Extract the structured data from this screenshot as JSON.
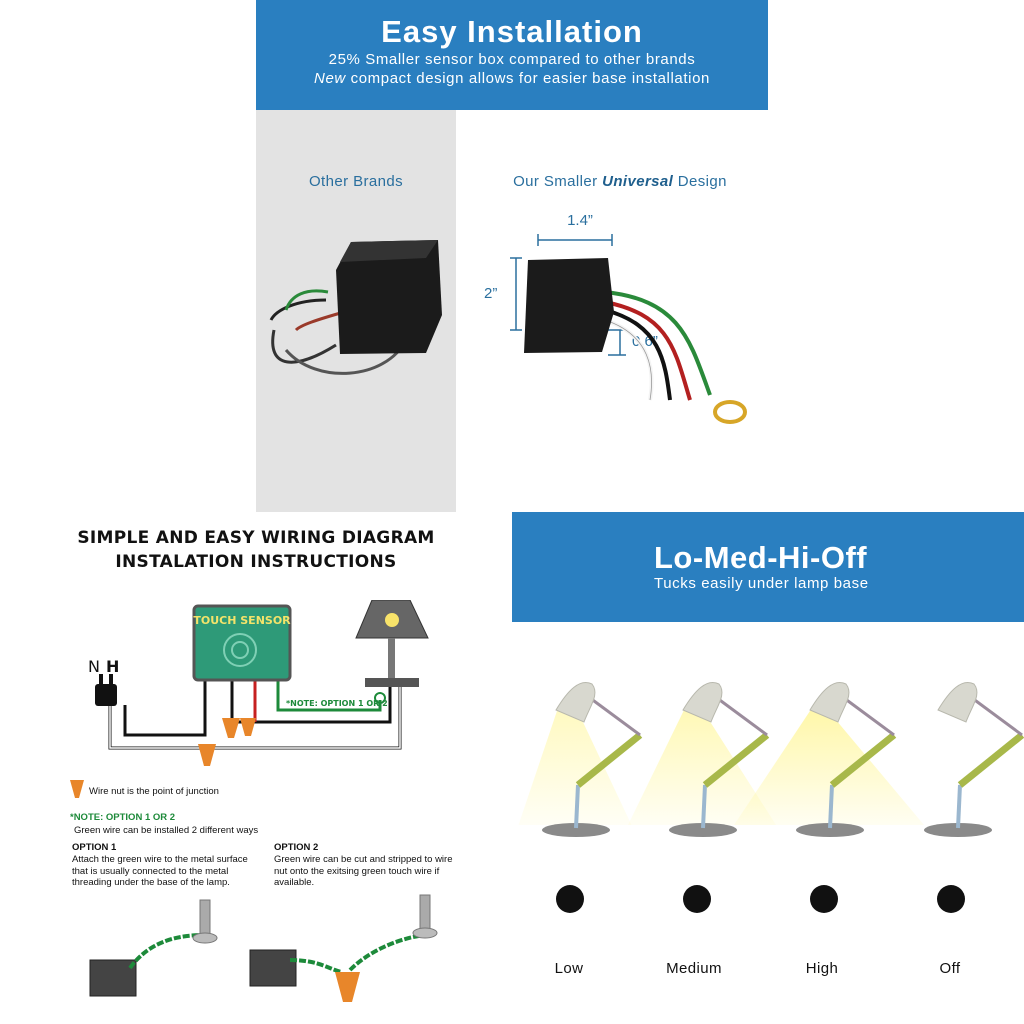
{
  "install": {
    "title": "Easy Installation",
    "line1": "25% Smaller sensor box compared to other brands",
    "line2_italic": "New",
    "line2_rest": " compact design allows for easier base installation",
    "other_caption": "Other Brands",
    "ours_prefix": "Our Smaller ",
    "ours_bold": "Universal",
    "ours_suffix": " Design",
    "width_label": "1.4”",
    "height_label": "2”",
    "depth_label": "0.6”"
  },
  "wiring": {
    "heading_line1": "SIMPLE AND EASY WIRING DIAGRAM",
    "heading_line2": "INSTALATION INSTRUCTIONS",
    "sensor_label": "TOUCH SENSOR",
    "neutral_label": "N",
    "hot_label": "H",
    "option_note_inline": "*NOTE: OPTION 1 OR 2",
    "legend_text": "Wire nut is the point of junction",
    "note_title": "*NOTE: OPTION 1 OR 2",
    "note_text": "Green wire can be installed 2 different ways",
    "option1_title": "OPTION 1",
    "option1_text": "Attach the green wire to the metal surface that is usually connected to the metal threading under the base of the lamp.",
    "option2_title": "OPTION 2",
    "option2_text": "Green wire can be cut and stripped to wire nut onto the exitsing green touch wire if available."
  },
  "levels": {
    "title": "Lo-Med-Hi-Off",
    "subtitle": "Tucks easily under lamp base",
    "items": [
      {
        "label": "Low",
        "light": 0.45
      },
      {
        "label": "Medium",
        "light": 0.7
      },
      {
        "label": "High",
        "light": 1.0
      },
      {
        "label": "Off",
        "light": 0
      }
    ]
  },
  "colors": {
    "banner_blue": "#2a7fc0",
    "caption_blue": "#2a6f9e",
    "sensor_green": "#2e9a78",
    "wire_green": "#1d8a3a",
    "wire_nut_orange": "#e8862a"
  }
}
